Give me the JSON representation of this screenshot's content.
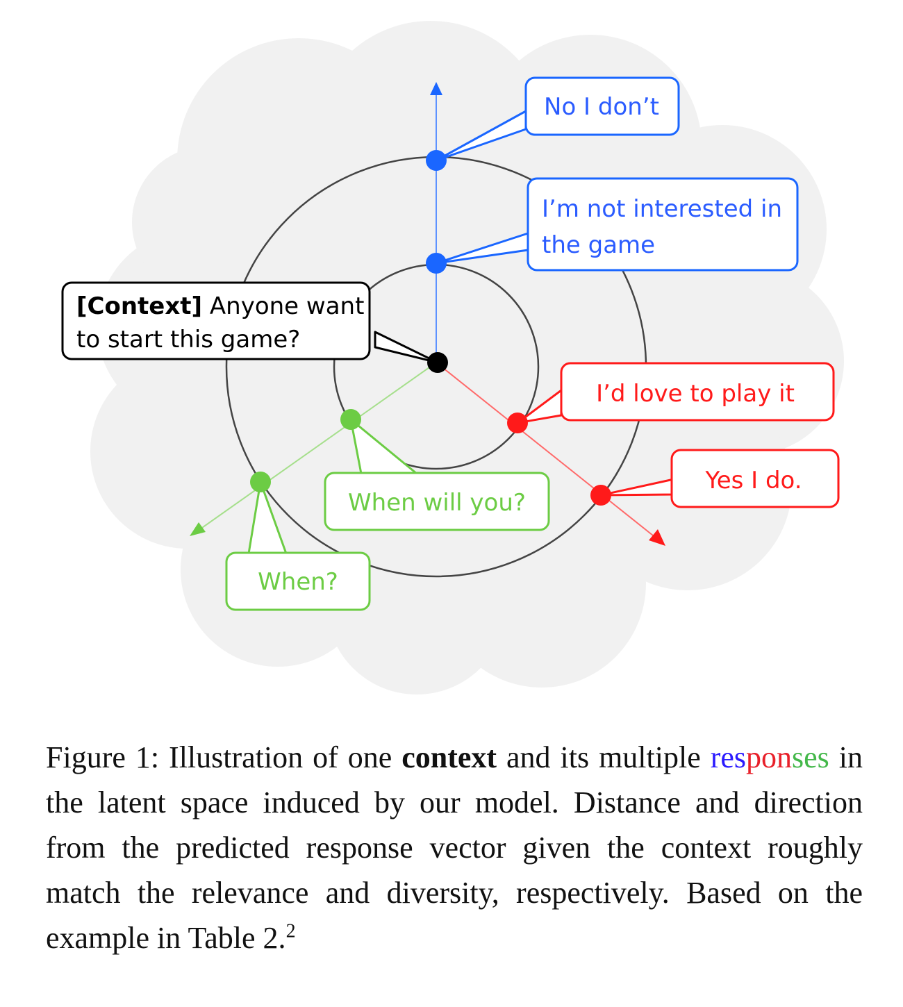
{
  "colors": {
    "cloud": "#f1f1f1",
    "ring": "#444444",
    "blue": "#1a66ff",
    "red": "#ff1a1a",
    "green": "#6ccc44",
    "context": "#000000"
  },
  "context_bubble": {
    "tag": "[Context]",
    "line1_rest": " Anyone want",
    "line2": "to start this game?"
  },
  "responses": {
    "blue_far": {
      "text": "No I don’t"
    },
    "blue_near": {
      "line1": "I’m not interested in",
      "line2": "the game"
    },
    "red_near": {
      "text": "I’d love to play it"
    },
    "red_far": {
      "text": "Yes I do."
    },
    "green_near": {
      "text": "When will you?"
    },
    "green_far": {
      "text": "When?"
    }
  },
  "caption": {
    "prefix": "Figure 1: Illustration of one ",
    "bold_word": "context",
    "after_bold": " and its multiple ",
    "responses_word_parts": [
      "res",
      "pon",
      "ses"
    ],
    "sentence_rest": " in the latent space induced by our model. Distance and direction from the predicted response vector given the context roughly match the relevance and diversity, respectively.  Based on the example in Table 2.",
    "footnote": "2"
  }
}
